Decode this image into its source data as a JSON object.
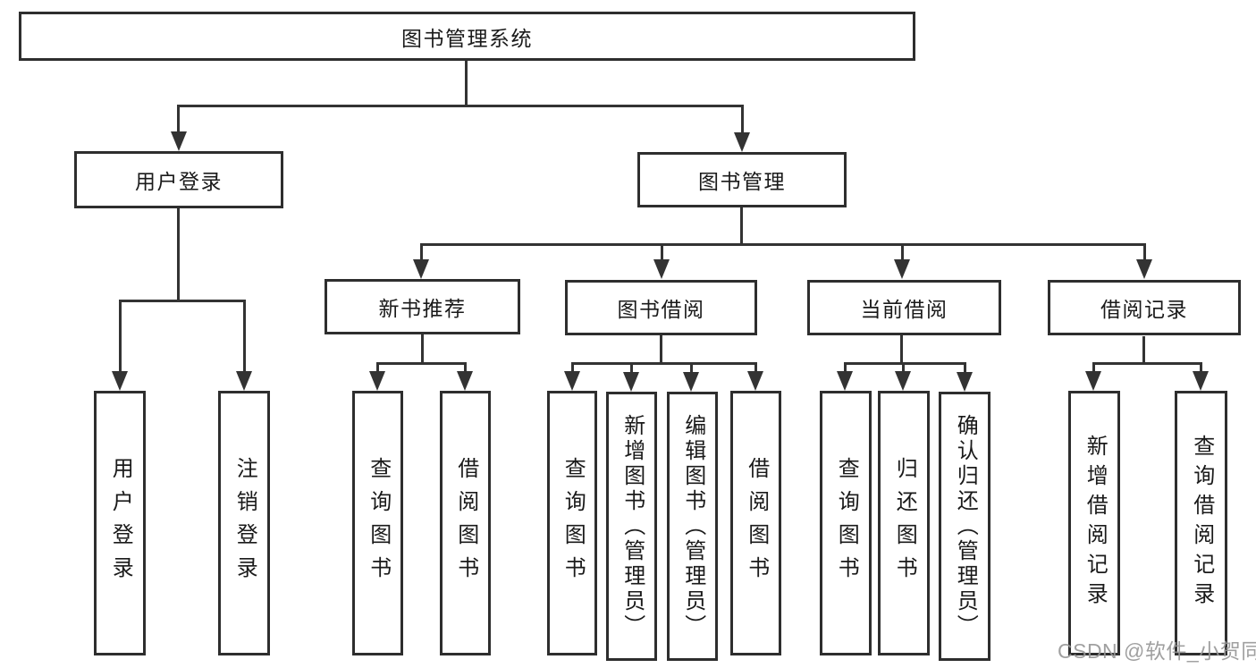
{
  "diagram": {
    "root": "图书管理系统",
    "level1": {
      "login": "用户登录",
      "management": "图书管理"
    },
    "level2": [
      "新书推荐",
      "图书借阅",
      "当前借阅",
      "借阅记录"
    ],
    "leaves": {
      "login": [
        "用户登录",
        "注销登录"
      ],
      "recommend": [
        "查询图书",
        "借阅图书"
      ],
      "borrow": [
        "查询图书",
        "新增图书（管理员）",
        "编辑图书（管理员）",
        "借阅图书"
      ],
      "current": [
        "查询图书",
        "归还图书",
        "确认归还（管理员）"
      ],
      "records": [
        "新增借阅记录",
        "查询借阅记录"
      ]
    },
    "watermark": "CSDN @软件_小贺同学",
    "colors": {
      "line": "#333333",
      "box_border": "#2e2e2e",
      "text": "#1a1a1a",
      "watermark": "#969696",
      "background": "#ffffff"
    }
  }
}
